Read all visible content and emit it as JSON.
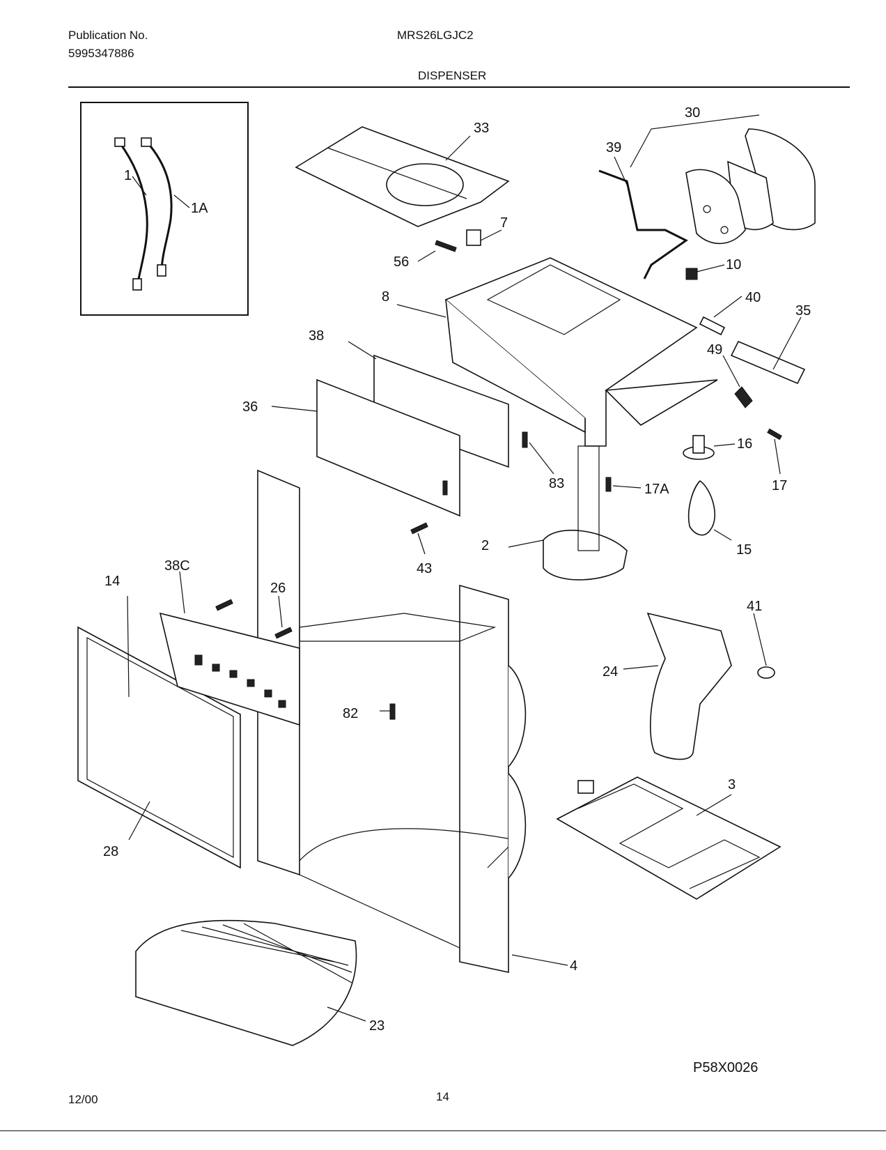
{
  "header": {
    "publication_label": "Publication No.",
    "publication_number": "5995347886",
    "model": "MRS26LGJC2",
    "section_title": "DISPENSER"
  },
  "diagram": {
    "callouts": [
      "1",
      "1A",
      "2",
      "3",
      "4",
      "7",
      "8",
      "10",
      "14",
      "15",
      "16",
      "17",
      "17A",
      "23",
      "24",
      "26",
      "28",
      "30",
      "33",
      "35",
      "36",
      "38",
      "38C",
      "39",
      "40",
      "41",
      "43",
      "49",
      "56",
      "82",
      "83"
    ],
    "diagram_code": "P58X0026"
  },
  "footer": {
    "date": "12/00",
    "page_number": "14"
  }
}
